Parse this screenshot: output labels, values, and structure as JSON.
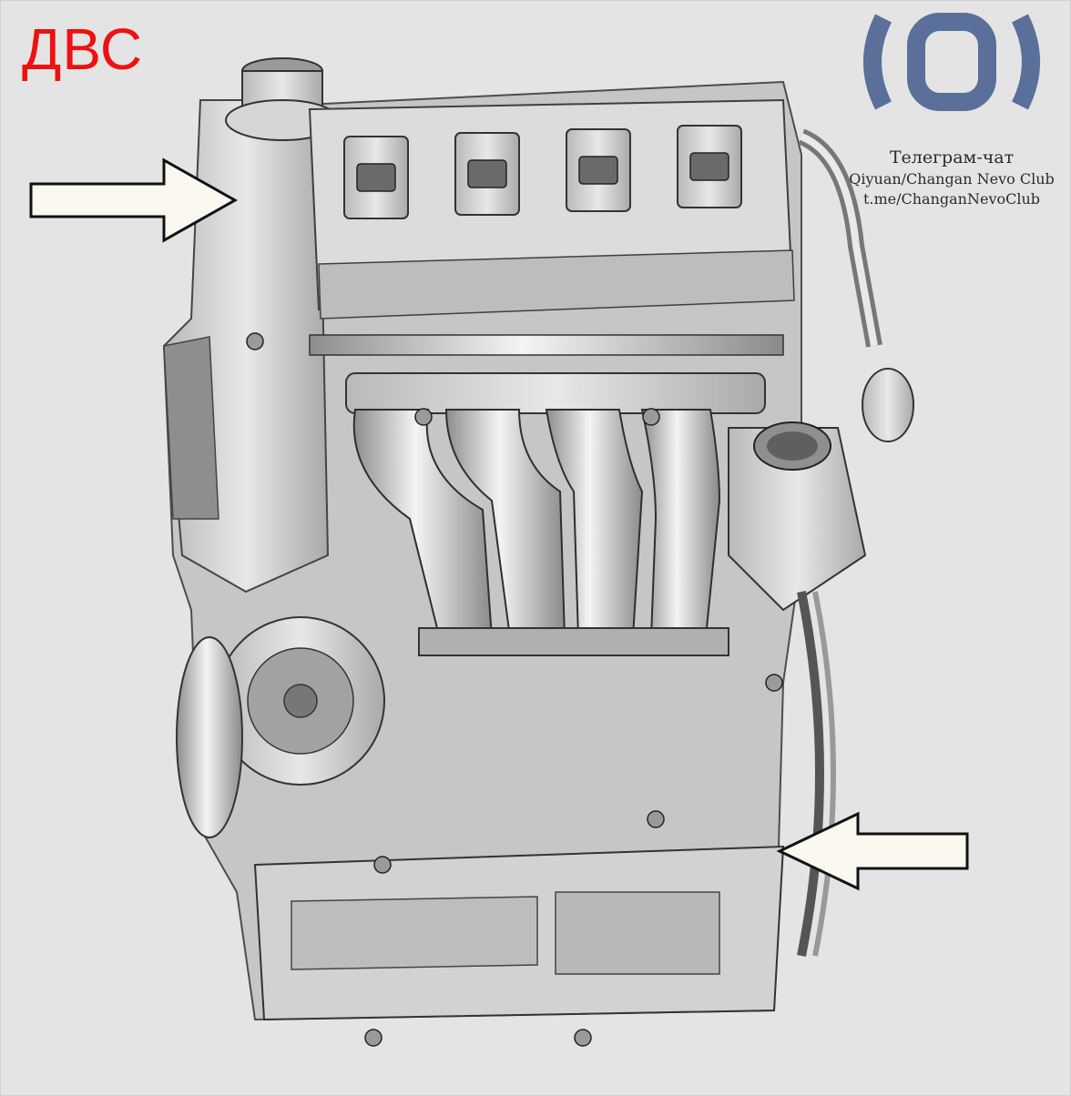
{
  "title": "ДВС",
  "logo": {
    "icon": "brand-logo-icon",
    "color": "#5a6f99"
  },
  "promo": {
    "line1": "Телеграм-чат",
    "line2": "Qiyuan/Changan Nevo Club",
    "line3": "t.me/ChanganNevoClub"
  },
  "image": {
    "subject": "engine-illustration",
    "arrow_color": "#fbf8f0"
  }
}
